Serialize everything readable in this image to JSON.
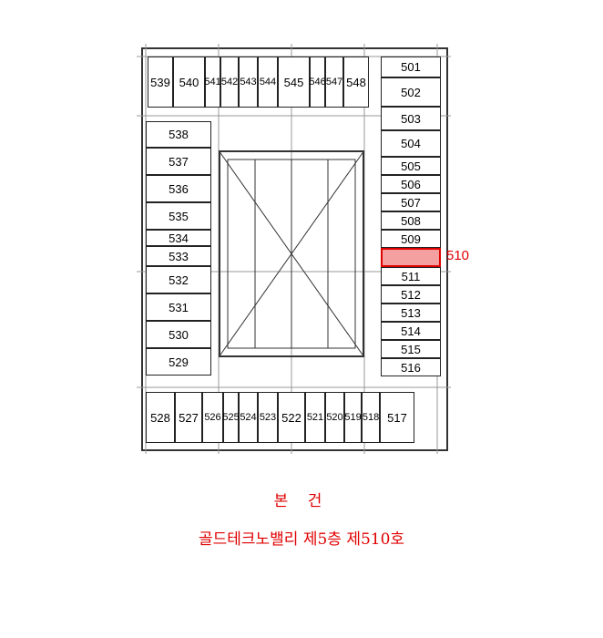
{
  "floor_plan": {
    "top_row": [
      "539",
      "540",
      "541",
      "542",
      "543",
      "544",
      "545",
      "546",
      "547",
      "548"
    ],
    "right_column": [
      "501",
      "502",
      "503",
      "504",
      "505",
      "506",
      "507",
      "508",
      "509",
      "510",
      "511",
      "512",
      "513",
      "514",
      "515",
      "516"
    ],
    "left_column": [
      "538",
      "537",
      "536",
      "535",
      "534",
      "533",
      "532",
      "531",
      "530",
      "529"
    ],
    "bottom_row": [
      "528",
      "527",
      "526",
      "525",
      "524",
      "523",
      "522",
      "521",
      "520",
      "519",
      "518",
      "517"
    ],
    "selected_unit": "510",
    "callout_label": "510",
    "highlight_color": "#e00000"
  },
  "caption": {
    "title": "본 건",
    "subtitle": "골드테크노밸리 제5층 제510호"
  }
}
